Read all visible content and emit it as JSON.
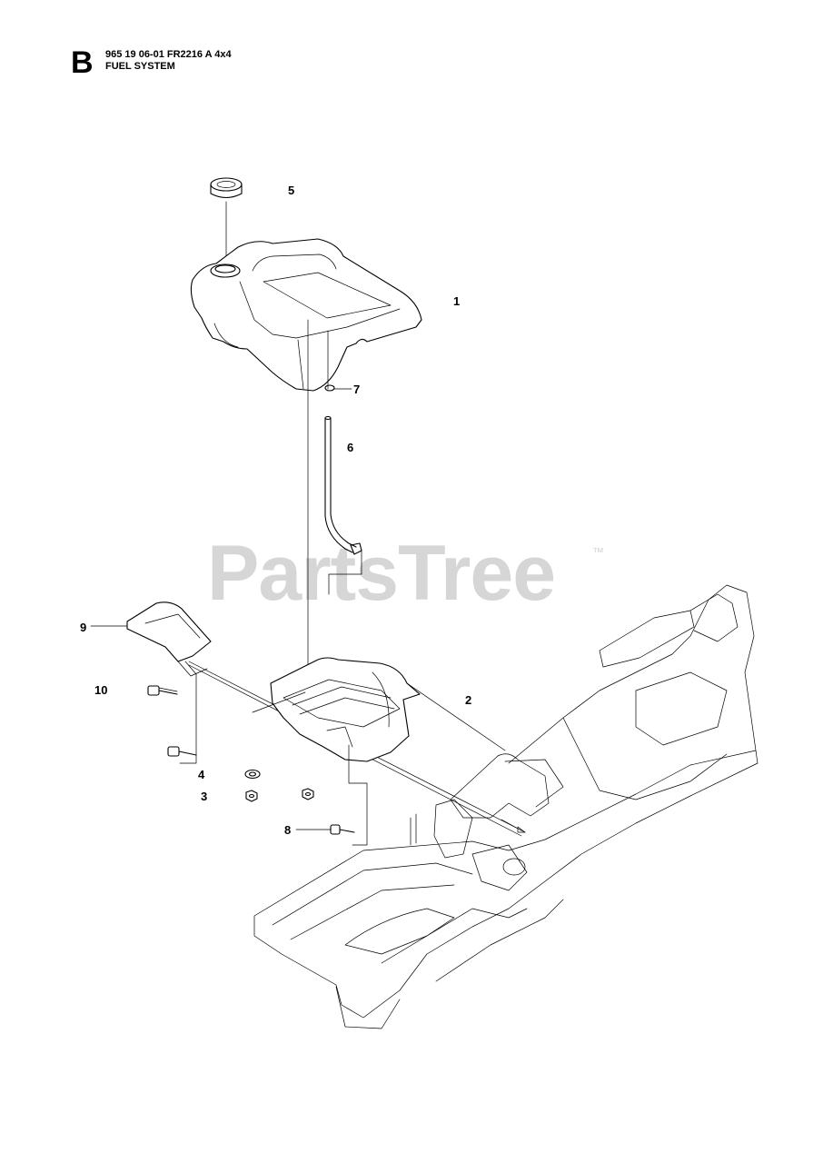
{
  "header": {
    "section_letter": "B",
    "model_line": "965 19 06-01 FR2216 A 4x4",
    "title": "FUEL SYSTEM"
  },
  "watermark": {
    "text": "PartsTree",
    "trademark": "™"
  },
  "callouts": [
    {
      "id": "1",
      "label": "1"
    },
    {
      "id": "2",
      "label": "2"
    },
    {
      "id": "3",
      "label": "3"
    },
    {
      "id": "4",
      "label": "4"
    },
    {
      "id": "5",
      "label": "5"
    },
    {
      "id": "6",
      "label": "6"
    },
    {
      "id": "7",
      "label": "7"
    },
    {
      "id": "8",
      "label": "8"
    },
    {
      "id": "9",
      "label": "9"
    },
    {
      "id": "10",
      "label": "10"
    }
  ]
}
